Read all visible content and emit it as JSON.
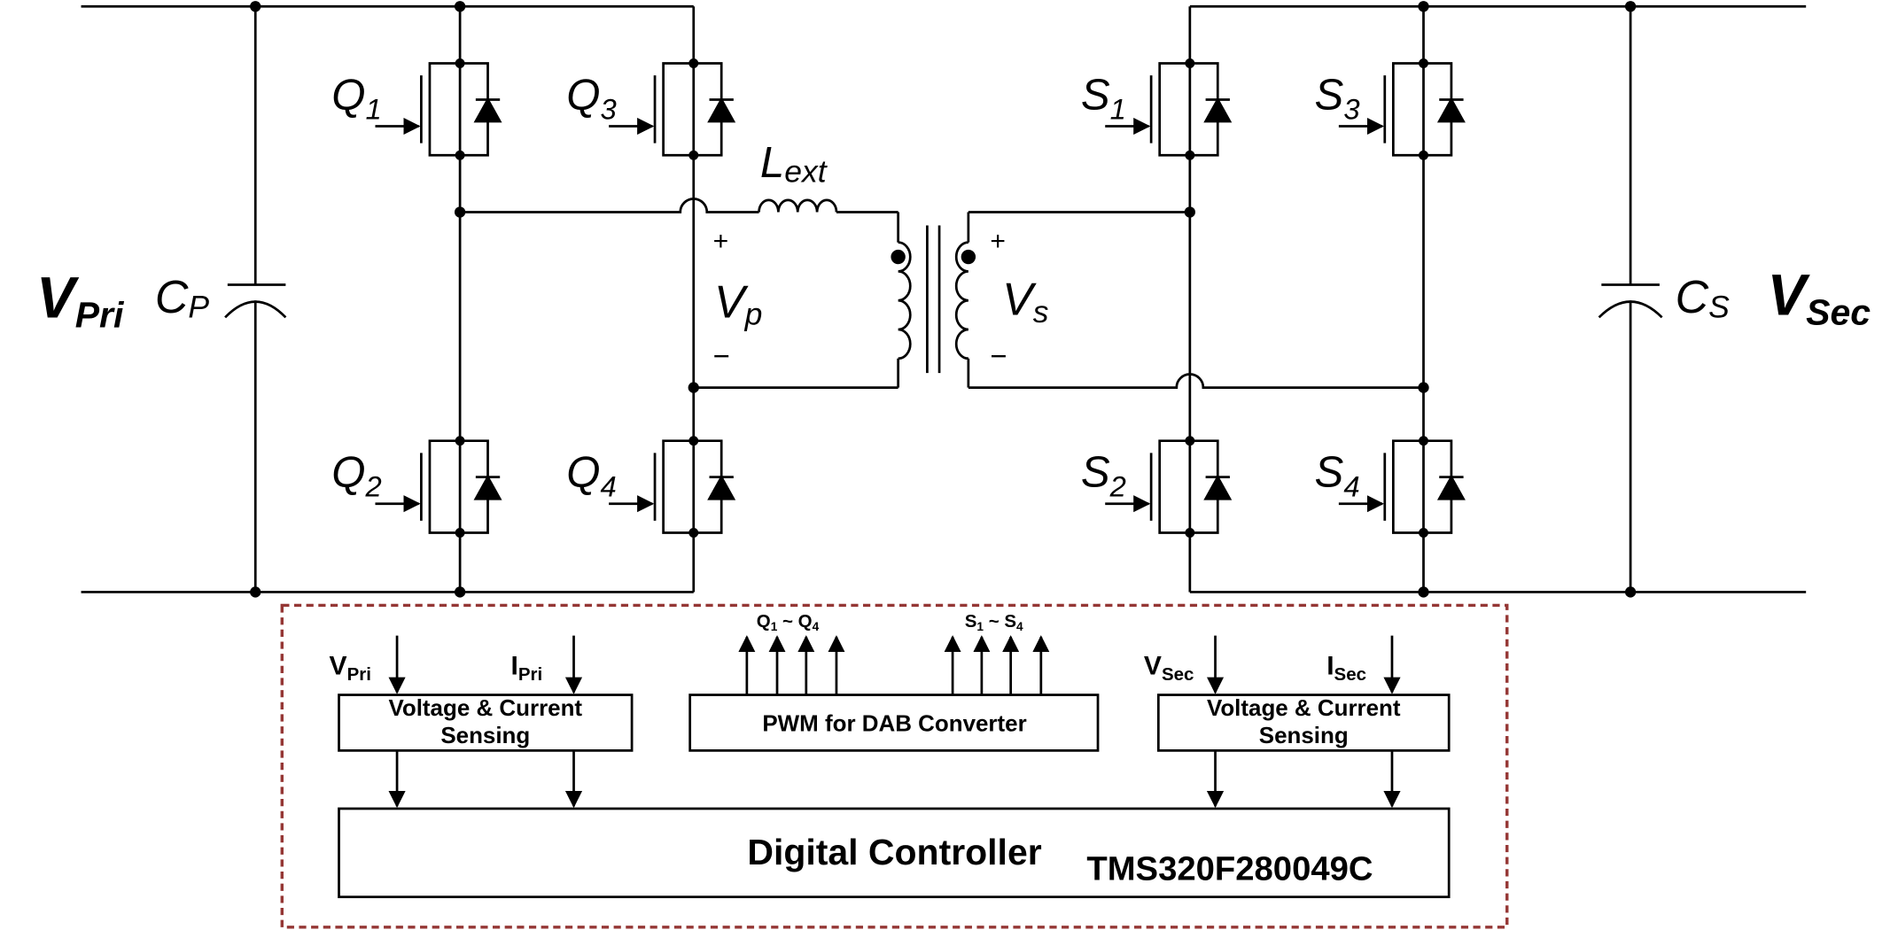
{
  "power_stage": {
    "v_pri": {
      "main": "V",
      "sub": "Pri"
    },
    "c_p": {
      "main": "C",
      "sub": "P"
    },
    "v_sec": {
      "main": "V",
      "sub": "Sec"
    },
    "c_s": {
      "main": "C",
      "sub": "S"
    },
    "l_ext": {
      "main": "L",
      "sub": "ext"
    },
    "v_p": {
      "main": "V",
      "sub": "p"
    },
    "v_s": {
      "main": "V",
      "sub": "s"
    },
    "plus": "+",
    "minus": "−",
    "switches": {
      "q1": {
        "main": "Q",
        "sub": "1"
      },
      "q2": {
        "main": "Q",
        "sub": "2"
      },
      "q3": {
        "main": "Q",
        "sub": "3"
      },
      "q4": {
        "main": "Q",
        "sub": "4"
      },
      "s1": {
        "main": "S",
        "sub": "1"
      },
      "s2": {
        "main": "S",
        "sub": "2"
      },
      "s3": {
        "main": "S",
        "sub": "3"
      },
      "s4": {
        "main": "S",
        "sub": "4"
      }
    }
  },
  "control": {
    "v_pri_in": {
      "main": "V",
      "sub": "Pri"
    },
    "i_pri_in": {
      "main": "I",
      "sub": "Pri"
    },
    "v_sec_in": {
      "main": "V",
      "sub": "Sec"
    },
    "i_sec_in": {
      "main": "I",
      "sub": "Sec"
    },
    "sensing_line1": "Voltage & Current",
    "sensing_line2": "Sensing",
    "pwm_label": "PWM for DAB Converter",
    "q_range": {
      "a": "Q",
      "a_sub": "1",
      "tilde": " ~ ",
      "b": "Q",
      "b_sub": "4"
    },
    "s_range": {
      "a": "S",
      "a_sub": "1",
      "tilde": " ~ ",
      "b": "S",
      "b_sub": "4"
    },
    "controller_label": "Digital Controller",
    "chip_label": "TMS320F280049C",
    "chip_color": "#953735",
    "border_color": "#953735"
  }
}
